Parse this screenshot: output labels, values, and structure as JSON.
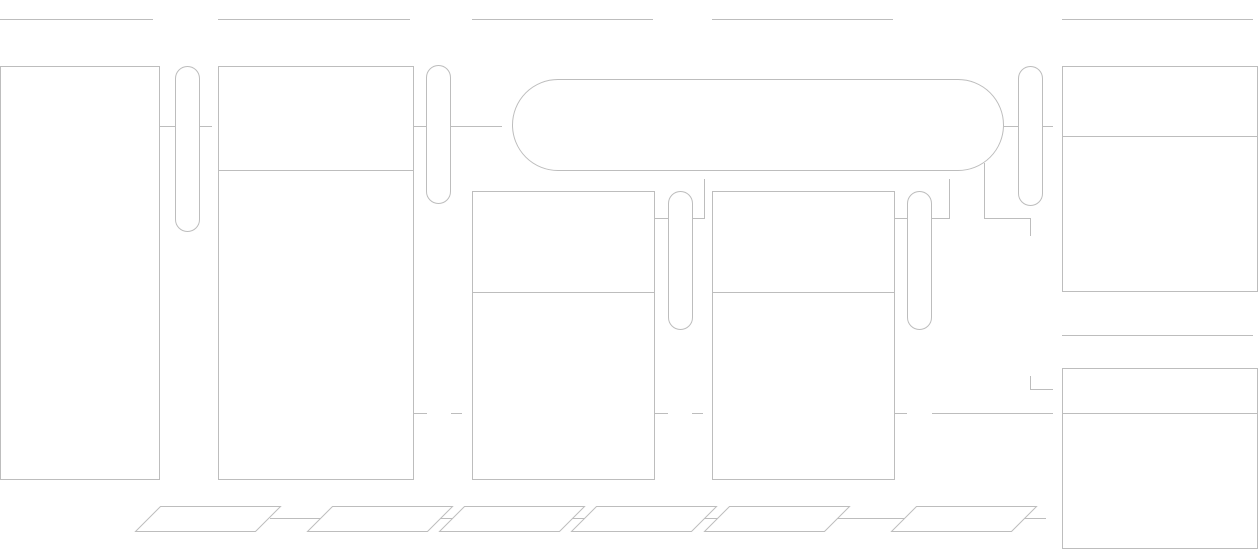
{
  "diagram": {
    "type": "wireframe-flow",
    "colors": {
      "stroke": "#bdbdbd",
      "background": "#ffffff"
    },
    "column_headers": [
      "",
      "",
      "",
      "",
      "",
      ""
    ],
    "entities": [
      {
        "id": "entity-1",
        "title": "",
        "body": ""
      },
      {
        "id": "entity-2",
        "title": "",
        "body": ""
      },
      {
        "id": "entity-3",
        "title": "",
        "body": ""
      },
      {
        "id": "entity-4",
        "title": "",
        "body": ""
      },
      {
        "id": "entity-5",
        "title": "",
        "body": ""
      },
      {
        "id": "entity-6",
        "title": "",
        "body": ""
      }
    ],
    "connectors": [
      "",
      "",
      "",
      "",
      ""
    ],
    "central_process": {
      "label": ""
    },
    "steps": [
      "",
      "",
      "",
      "",
      "",
      ""
    ]
  }
}
